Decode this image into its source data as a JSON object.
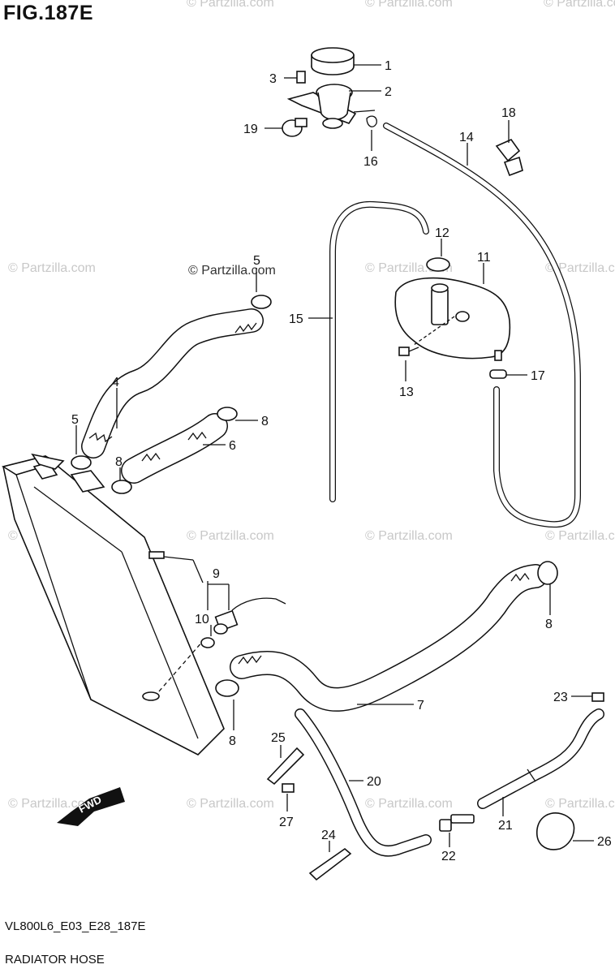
{
  "figure": {
    "title": "FIG.187E",
    "code": "VL800L6_E03_E28_187E",
    "caption": "RADIATOR HOSE",
    "fwd_label": "FWD"
  },
  "watermark": "© Partzilla.com",
  "callouts": [
    "1",
    "2",
    "3",
    "4",
    "5",
    "5",
    "6",
    "7",
    "8",
    "8",
    "8",
    "8",
    "9",
    "10",
    "11",
    "12",
    "13",
    "14",
    "15",
    "16",
    "17",
    "18",
    "19",
    "20",
    "21",
    "22",
    "23",
    "24",
    "25",
    "26",
    "27"
  ]
}
